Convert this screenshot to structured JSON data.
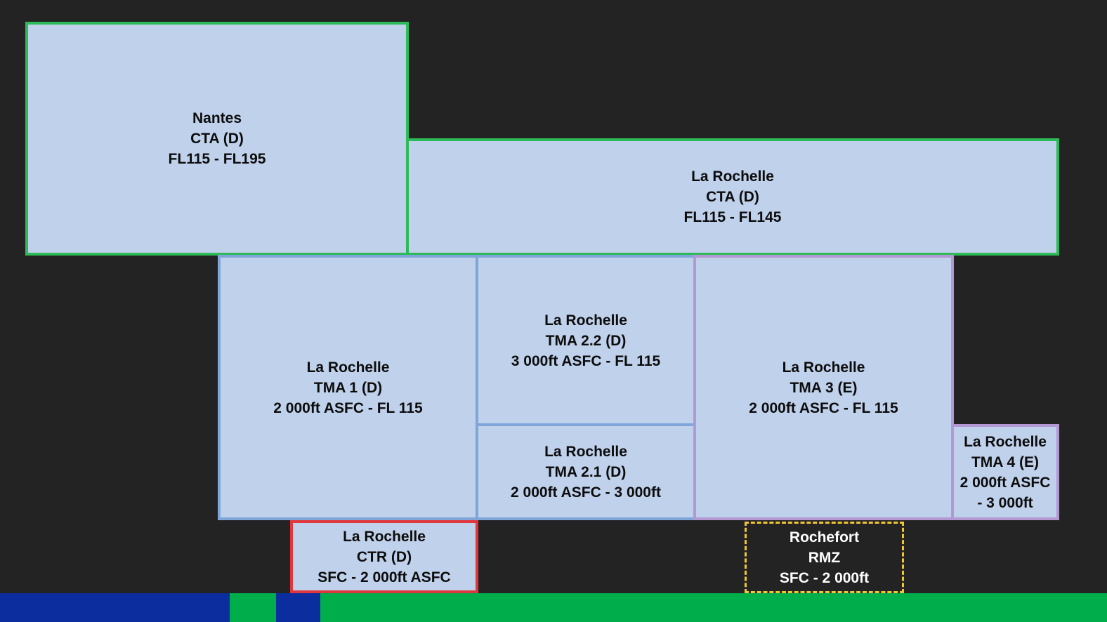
{
  "colors": {
    "background": "#232323",
    "fill": "#c0d1eb",
    "cta_border": "#2fba5a",
    "tma_border": "#7fa6d8",
    "tma_class_e_border": "#b498d3",
    "ctr_border": "#e0373e",
    "rmz_border": "#f2c531",
    "bar_blue": "#0b2d9e",
    "bar_green": "#00ad4b"
  },
  "zones": {
    "nantes_cta": {
      "name": "Nantes",
      "class": "CTA (D)",
      "limits": "FL115 - FL195"
    },
    "lr_cta": {
      "name": "La Rochelle",
      "class": "CTA (D)",
      "limits": "FL115 - FL145"
    },
    "lr_tma1": {
      "name": "La Rochelle",
      "class": "TMA 1 (D)",
      "limits": "2 000ft ASFC - FL 115"
    },
    "lr_tma22": {
      "name": "La Rochelle",
      "class": "TMA 2.2 (D)",
      "limits": "3 000ft ASFC - FL 115"
    },
    "lr_tma21": {
      "name": "La Rochelle",
      "class": "TMA 2.1 (D)",
      "limits": "2 000ft ASFC - 3 000ft"
    },
    "lr_tma3": {
      "name": "La Rochelle",
      "class": "TMA 3 (E)",
      "limits": "2 000ft ASFC - FL 115"
    },
    "lr_tma4": {
      "name": "La Rochelle",
      "class": "TMA 4 (E)",
      "limits_line1": "2 000ft ASFC",
      "limits_line2": "- 3 000ft"
    },
    "lr_ctr": {
      "name": "La Rochelle",
      "class": "CTR (D)",
      "limits": "SFC - 2 000ft ASFC"
    },
    "rochefort_rmz": {
      "name": "Rochefort",
      "class": "RMZ",
      "limits": "SFC - 2 000ft"
    }
  }
}
